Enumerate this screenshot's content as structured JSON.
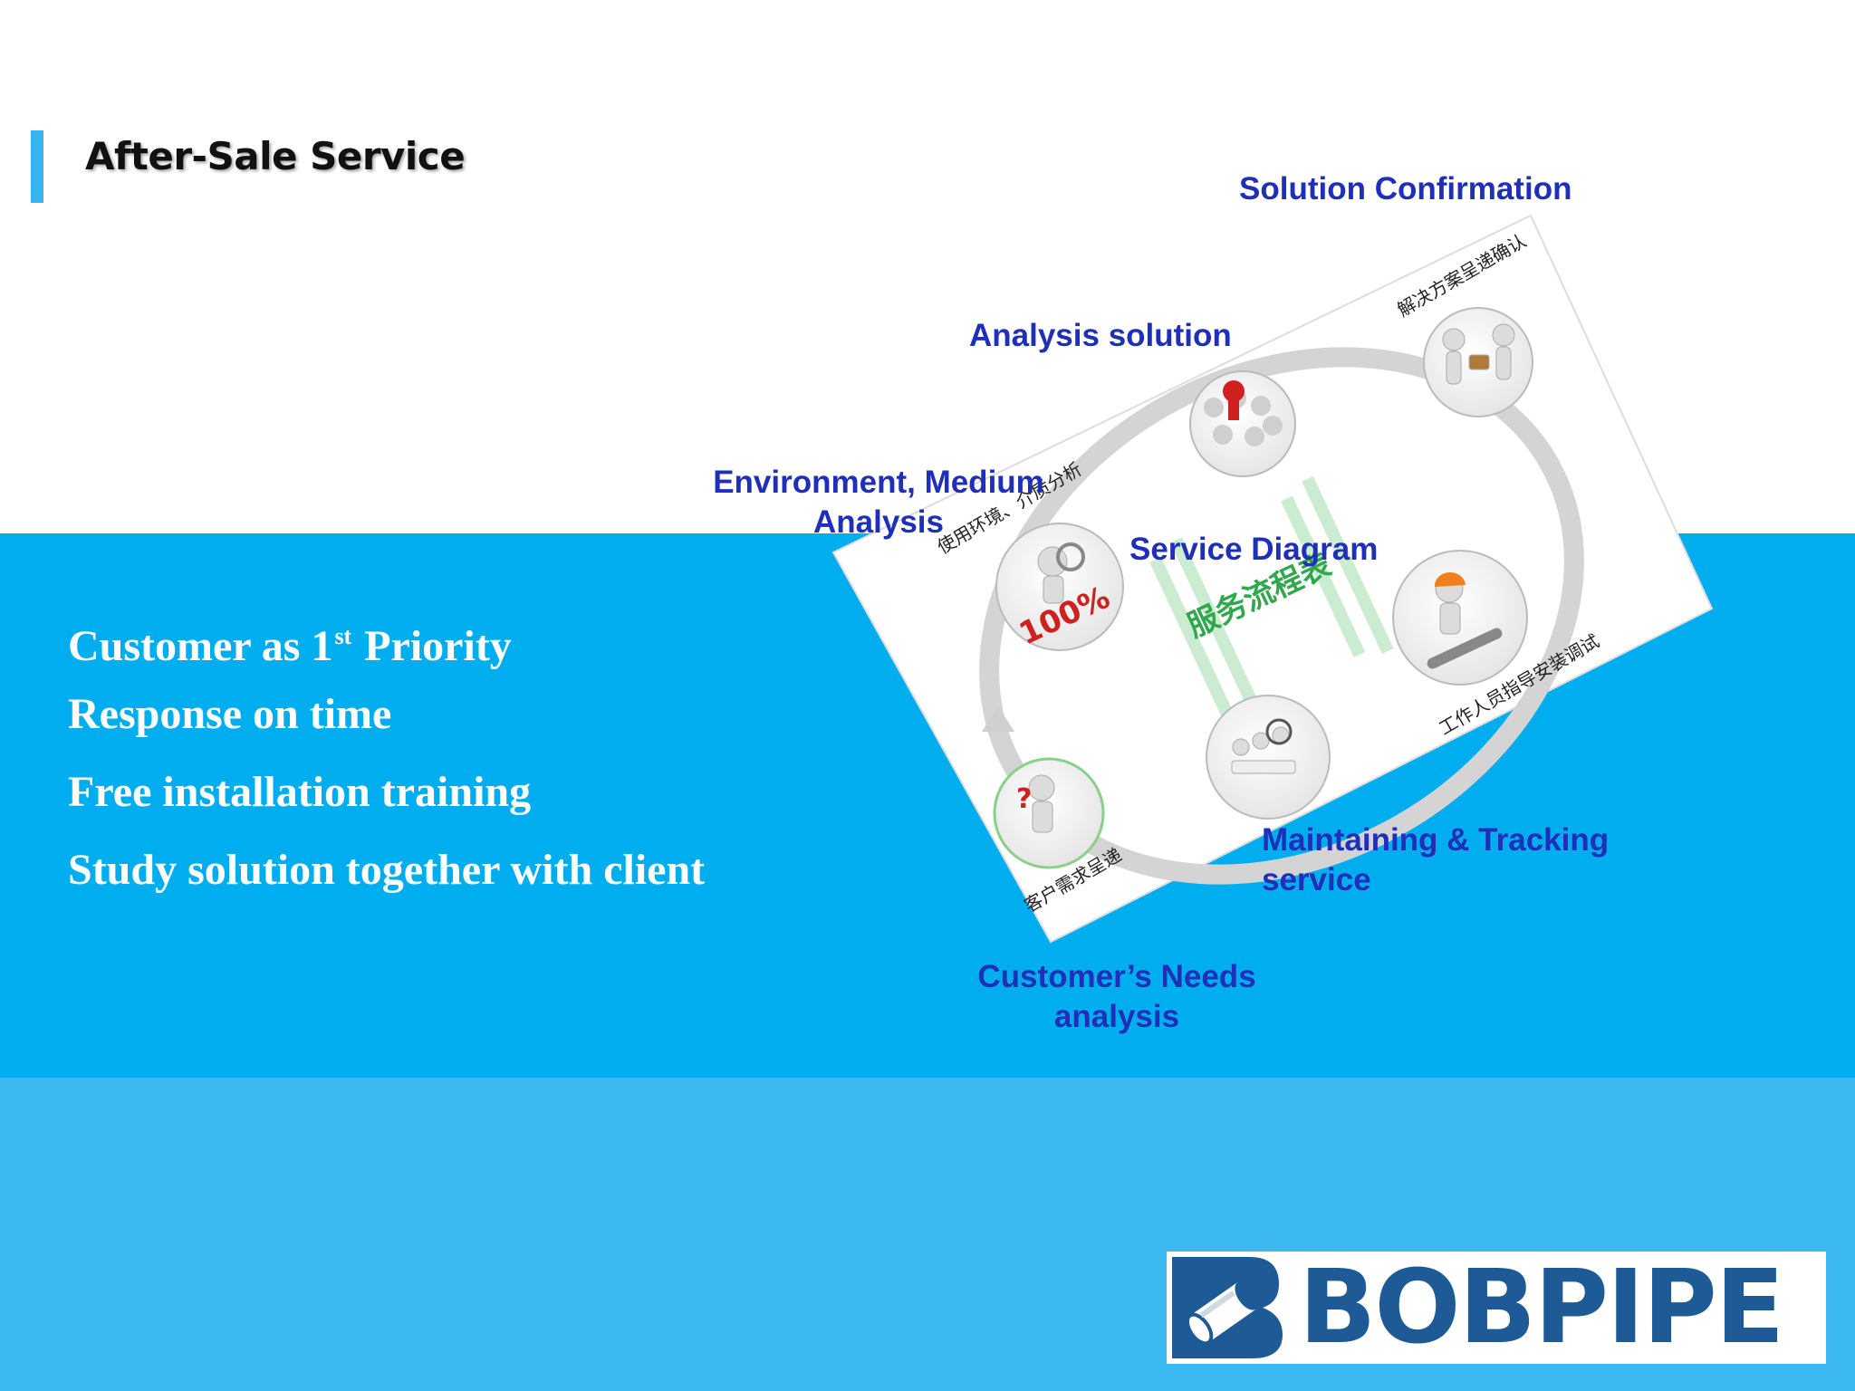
{
  "title": "After-Sale Service",
  "bullets": {
    "b1_pre": "Customer as 1",
    "b1_sup": "st",
    "b1_post": " Priority",
    "b2": "Response on time",
    "b3": "Free installation training",
    "b4": "Study solution together with client"
  },
  "diagram": {
    "center_cn": "服务流程表",
    "steps_cn": {
      "solution": "解决方案呈递确认",
      "environment": "使用环境、介质分析",
      "install": "工作人员指导安装调试",
      "needs": "客户需求呈递"
    },
    "badge_100": "100%"
  },
  "labels": {
    "solution_confirmation": "Solution Confirmation",
    "analysis_solution": "Analysis solution",
    "environment_line1": "Environment, Medium",
    "environment_line2": "Analysis",
    "service_diagram": "Service Diagram",
    "maintaining_line1": "Maintaining & Tracking",
    "maintaining_line2": "service",
    "needs_line1": "Customer’s Needs",
    "needs_line2": "analysis"
  },
  "logo": {
    "text": "BOBPIPE"
  },
  "colors": {
    "band_mid": "#00aeef",
    "band_bottom": "#3bb8ef",
    "label_blue": "#1f2fb8",
    "logo_blue": "#1d5a96",
    "accent": "#37b4ee"
  }
}
